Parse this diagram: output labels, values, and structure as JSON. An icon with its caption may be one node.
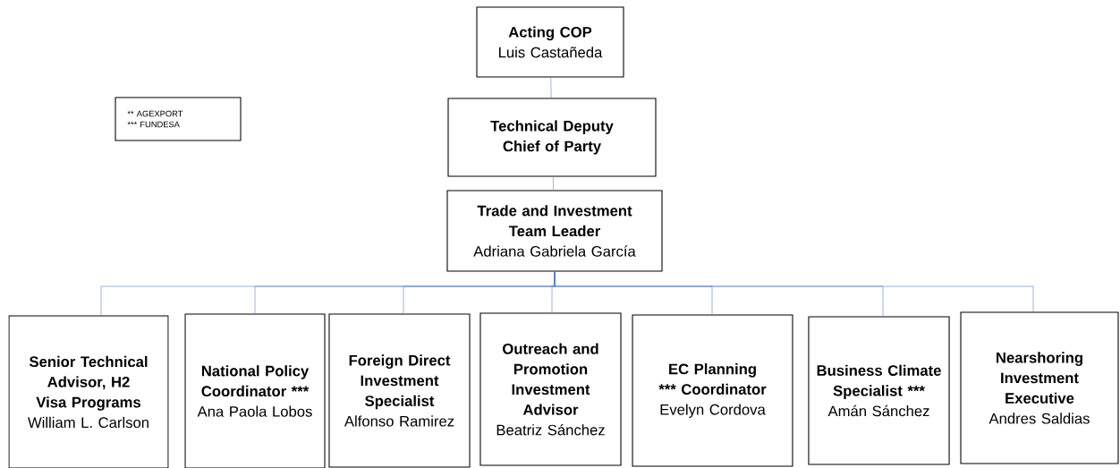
{
  "diagram": {
    "nodes": [
      {
        "text": [
          "Acting COP",
          "Luis Castañeda"
        ]
      },
      {
        "text": [
          "Technical Deputy Chief of Party"
        ]
      },
      {
        "text": [
          "Trade and Investment Team Leader",
          "Adriana Gabriela García"
        ]
      },
      {
        "text": [
          "Senior Technical Advisor, H2 Visa Programs",
          "William L. Carlson"
        ]
      },
      {
        "text": [
          "National Policy Coordinator ***",
          "Ana Paola Lobos"
        ]
      },
      {
        "text": [
          "Foreign Direct Investment Specialist",
          "Alfonso Ramirez"
        ]
      },
      {
        "text": [
          "Outreach and Promotion Investment Advisor",
          "Beatriz Sánchez"
        ]
      },
      {
        "text": [
          "EC Planning *** Coordinator",
          "Evelyn Cordova"
        ]
      },
      {
        "text": [
          "Business Climate Specialist ***",
          "Amán Sánchez"
        ]
      },
      {
        "text": [
          "Nearshoring Investment Executive",
          "Andres Saldias"
        ]
      },
      {
        "text": [
          "** AGEXPORT",
          "*** FUNDESA"
        ]
      }
    ],
    "edges": [
      {
        "from": 0,
        "to": 1,
        "arrow": "none"
      },
      {
        "from": 1,
        "to": 2,
        "arrow": "none"
      },
      {
        "from": 2,
        "to": 3,
        "arrow": "none"
      },
      {
        "from": 2,
        "to": 4,
        "arrow": "none"
      },
      {
        "from": 2,
        "to": 5,
        "arrow": "none"
      },
      {
        "from": 2,
        "to": 6,
        "arrow": "none"
      },
      {
        "from": 2,
        "to": 7,
        "arrow": "none"
      },
      {
        "from": 2,
        "to": 8,
        "arrow": "none"
      },
      {
        "from": 2,
        "to": 9,
        "arrow": "none"
      }
    ]
  }
}
